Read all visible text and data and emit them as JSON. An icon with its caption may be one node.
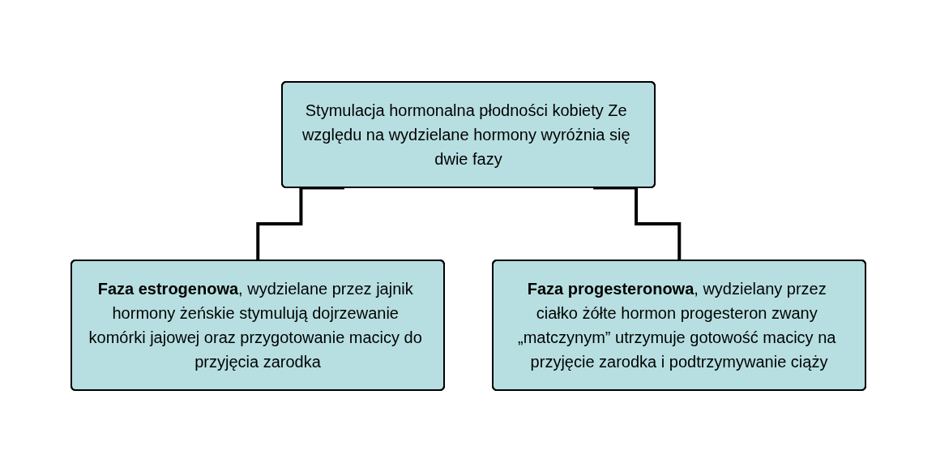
{
  "diagram": {
    "nodes": [
      {
        "text": [
          "Stymulacja hormonalna płodności kobiety Ze względu na wydzielane hormony wyróżnia się dwie fazy"
        ]
      },
      {
        "text": [
          "**Faza estrogenowa**, wydzielane przez jajnik hormony żeńskie stymulują dojrzewanie komórki jajowej oraz przygotowanie macicy do przyjęcia zarodka"
        ]
      },
      {
        "text": [
          "**Faza progesteronowa**, wydzielany przez ciałko żółte hormon progesteron zwany „matczynym” utrzymuje gotowość macicy na przyjęcie zarodka i podtrzymywanie ciąży"
        ]
      }
    ],
    "edges": [
      {
        "from": 0,
        "to": 1,
        "arrow": "none"
      },
      {
        "from": 0,
        "to": 2,
        "arrow": "none"
      }
    ]
  }
}
